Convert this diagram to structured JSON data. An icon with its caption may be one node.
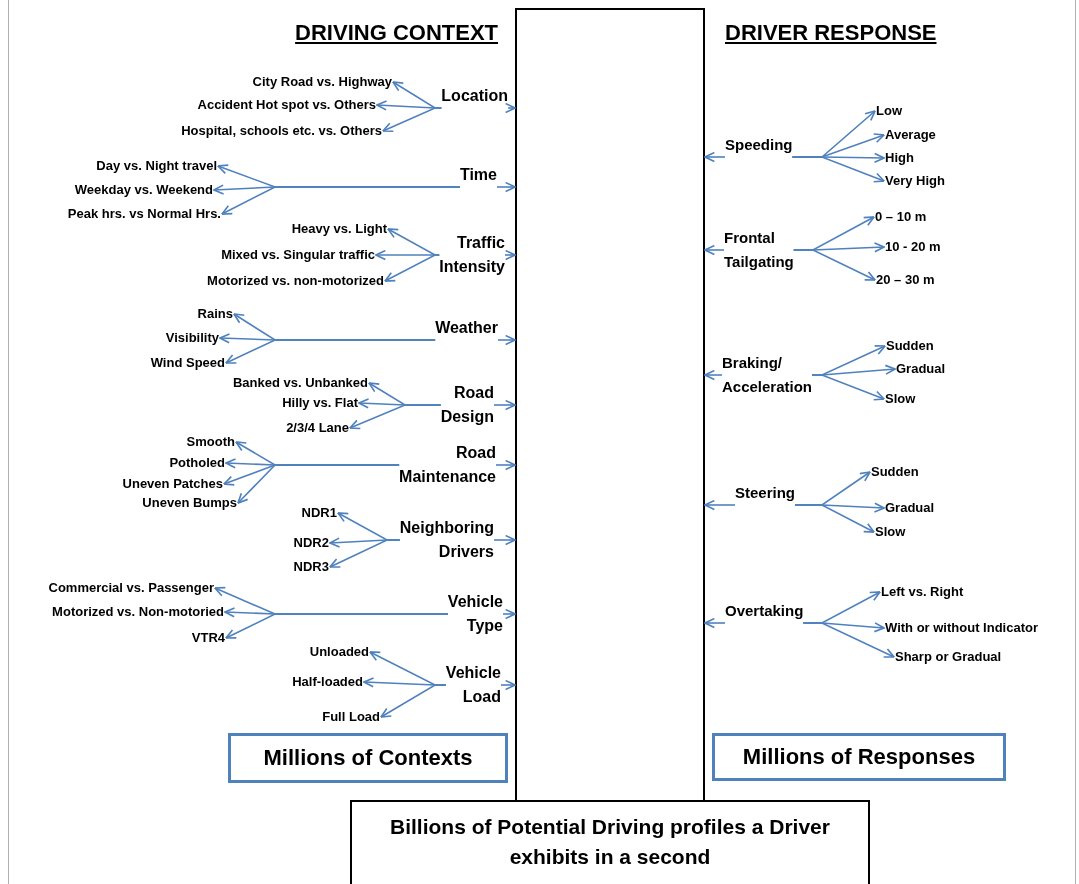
{
  "diagram": {
    "nodes": [
      {
        "text": [],
        "shape": "box"
      },
      {
        "text": [
          "Location"
        ]
      },
      {
        "text": [
          "City Road vs. Highway"
        ]
      },
      {
        "text": [
          "Accident Hot spot vs. Others"
        ]
      },
      {
        "text": [
          "Hospital, schools etc. vs. Others"
        ]
      },
      {
        "text": [
          "Time"
        ]
      },
      {
        "text": [
          "Day vs. Night travel"
        ]
      },
      {
        "text": [
          "Weekday vs. Weekend"
        ]
      },
      {
        "text": [
          "Peak hrs. vs Normal Hrs."
        ]
      },
      {
        "text": [
          "Traffic Intensity"
        ]
      },
      {
        "text": [
          "Heavy vs. Light"
        ]
      },
      {
        "text": [
          "Mixed vs. Singular traffic"
        ]
      },
      {
        "text": [
          "Motorized vs. non-motorized"
        ]
      },
      {
        "text": [
          "Weather"
        ]
      },
      {
        "text": [
          "Rains"
        ]
      },
      {
        "text": [
          "Visibility"
        ]
      },
      {
        "text": [
          "Wind Speed"
        ]
      },
      {
        "text": [
          "Road Design"
        ]
      },
      {
        "text": [
          "Banked vs. Unbanked"
        ]
      },
      {
        "text": [
          "Hilly vs. Flat"
        ]
      },
      {
        "text": [
          "2/3/4 Lane"
        ]
      },
      {
        "text": [
          "Road Maintenance"
        ]
      },
      {
        "text": [
          "Smooth"
        ]
      },
      {
        "text": [
          "Potholed"
        ]
      },
      {
        "text": [
          "Uneven Patches"
        ]
      },
      {
        "text": [
          "Uneven Bumps"
        ]
      },
      {
        "text": [
          "Neighboring Drivers"
        ]
      },
      {
        "text": [
          "NDR1"
        ]
      },
      {
        "text": [
          "NDR2"
        ]
      },
      {
        "text": [
          "NDR3"
        ]
      },
      {
        "text": [
          "Vehicle Type"
        ]
      },
      {
        "text": [
          "Commercial vs. Passenger"
        ]
      },
      {
        "text": [
          "Motorized vs. Non-motoried"
        ]
      },
      {
        "text": [
          "VTR4"
        ]
      },
      {
        "text": [
          "Vehicle Load"
        ]
      },
      {
        "text": [
          "Unloaded"
        ]
      },
      {
        "text": [
          "Half-loaded"
        ]
      },
      {
        "text": [
          "Full Load"
        ]
      },
      {
        "text": [
          "Speeding"
        ]
      },
      {
        "text": [
          "Low"
        ]
      },
      {
        "text": [
          "Average"
        ]
      },
      {
        "text": [
          "High"
        ]
      },
      {
        "text": [
          "Very High"
        ]
      },
      {
        "text": [
          "Frontal Tailgating"
        ]
      },
      {
        "text": [
          "0 – 10 m"
        ]
      },
      {
        "text": [
          "10 - 20 m"
        ]
      },
      {
        "text": [
          "20 – 30 m"
        ]
      },
      {
        "text": [
          "Braking/ Acceleration"
        ]
      },
      {
        "text": [
          "Sudden"
        ]
      },
      {
        "text": [
          "Gradual"
        ]
      },
      {
        "text": [
          "Slow"
        ]
      },
      {
        "text": [
          "Steering"
        ]
      },
      {
        "text": [
          "Sudden"
        ]
      },
      {
        "text": [
          "Gradual"
        ]
      },
      {
        "text": [
          "Slow"
        ]
      },
      {
        "text": [
          "Overtaking"
        ]
      },
      {
        "text": [
          "Left vs. Right"
        ]
      },
      {
        "text": [
          "With or without Indicator"
        ]
      },
      {
        "text": [
          "Sharp or Gradual"
        ]
      },
      {
        "text": [
          "Millions of Contexts"
        ]
      },
      {
        "text": [
          "Millions of Responses"
        ]
      },
      {
        "text": [
          "Billions of Potential Driving profiles a Driver exhibits in a second"
        ]
      }
    ],
    "edges": [
      {
        "from": 1,
        "to": 0,
        "arrow": "to"
      },
      {
        "from": 1,
        "to": 2,
        "arrow": "to"
      },
      {
        "from": 1,
        "to": 3,
        "arrow": "to"
      },
      {
        "from": 1,
        "to": 4,
        "arrow": "to"
      },
      {
        "from": 5,
        "to": 0,
        "arrow": "to"
      },
      {
        "from": 5,
        "to": 6,
        "arrow": "to"
      },
      {
        "from": 5,
        "to": 7,
        "arrow": "to"
      },
      {
        "from": 5,
        "to": 8,
        "arrow": "to"
      },
      {
        "from": 9,
        "to": 0,
        "arrow": "to"
      },
      {
        "from": 9,
        "to": 10,
        "arrow": "to"
      },
      {
        "from": 9,
        "to": 11,
        "arrow": "to"
      },
      {
        "from": 9,
        "to": 12,
        "arrow": "to"
      },
      {
        "from": 13,
        "to": 0,
        "arrow": "to"
      },
      {
        "from": 13,
        "to": 14,
        "arrow": "to"
      },
      {
        "from": 13,
        "to": 15,
        "arrow": "to"
      },
      {
        "from": 13,
        "to": 16,
        "arrow": "to"
      },
      {
        "from": 17,
        "to": 0,
        "arrow": "to"
      },
      {
        "from": 17,
        "to": 18,
        "arrow": "to"
      },
      {
        "from": 17,
        "to": 19,
        "arrow": "to"
      },
      {
        "from": 17,
        "to": 20,
        "arrow": "to"
      },
      {
        "from": 21,
        "to": 0,
        "arrow": "to"
      },
      {
        "from": 21,
        "to": 22,
        "arrow": "to"
      },
      {
        "from": 21,
        "to": 23,
        "arrow": "to"
      },
      {
        "from": 21,
        "to": 24,
        "arrow": "to"
      },
      {
        "from": 21,
        "to": 25,
        "arrow": "to"
      },
      {
        "from": 26,
        "to": 0,
        "arrow": "to"
      },
      {
        "from": 26,
        "to": 27,
        "arrow": "to"
      },
      {
        "from": 26,
        "to": 28,
        "arrow": "to"
      },
      {
        "from": 26,
        "to": 29,
        "arrow": "to"
      },
      {
        "from": 30,
        "to": 0,
        "arrow": "to"
      },
      {
        "from": 30,
        "to": 31,
        "arrow": "to"
      },
      {
        "from": 30,
        "to": 32,
        "arrow": "to"
      },
      {
        "from": 30,
        "to": 33,
        "arrow": "to"
      },
      {
        "from": 34,
        "to": 0,
        "arrow": "to"
      },
      {
        "from": 34,
        "to": 35,
        "arrow": "to"
      },
      {
        "from": 34,
        "to": 36,
        "arrow": "to"
      },
      {
        "from": 34,
        "to": 37,
        "arrow": "to"
      },
      {
        "from": 38,
        "to": 0,
        "arrow": "to"
      },
      {
        "from": 38,
        "to": 39,
        "arrow": "to"
      },
      {
        "from": 38,
        "to": 40,
        "arrow": "to"
      },
      {
        "from": 38,
        "to": 41,
        "arrow": "to"
      },
      {
        "from": 38,
        "to": 42,
        "arrow": "to"
      },
      {
        "from": 43,
        "to": 0,
        "arrow": "to"
      },
      {
        "from": 43,
        "to": 44,
        "arrow": "to"
      },
      {
        "from": 43,
        "to": 45,
        "arrow": "to"
      },
      {
        "from": 43,
        "to": 46,
        "arrow": "to"
      },
      {
        "from": 47,
        "to": 0,
        "arrow": "to"
      },
      {
        "from": 47,
        "to": 48,
        "arrow": "to"
      },
      {
        "from": 47,
        "to": 49,
        "arrow": "to"
      },
      {
        "from": 47,
        "to": 50,
        "arrow": "to"
      },
      {
        "from": 51,
        "to": 0,
        "arrow": "to"
      },
      {
        "from": 51,
        "to": 52,
        "arrow": "to"
      },
      {
        "from": 51,
        "to": 53,
        "arrow": "to"
      },
      {
        "from": 51,
        "to": 54,
        "arrow": "to"
      },
      {
        "from": 55,
        "to": 0,
        "arrow": "to"
      },
      {
        "from": 55,
        "to": 56,
        "arrow": "to"
      },
      {
        "from": 55,
        "to": 57,
        "arrow": "to"
      },
      {
        "from": 55,
        "to": 58,
        "arrow": "to"
      }
    ],
    "labels": [
      "DRIVING CONTEXT",
      "DRIVER RESPONSE"
    ]
  }
}
